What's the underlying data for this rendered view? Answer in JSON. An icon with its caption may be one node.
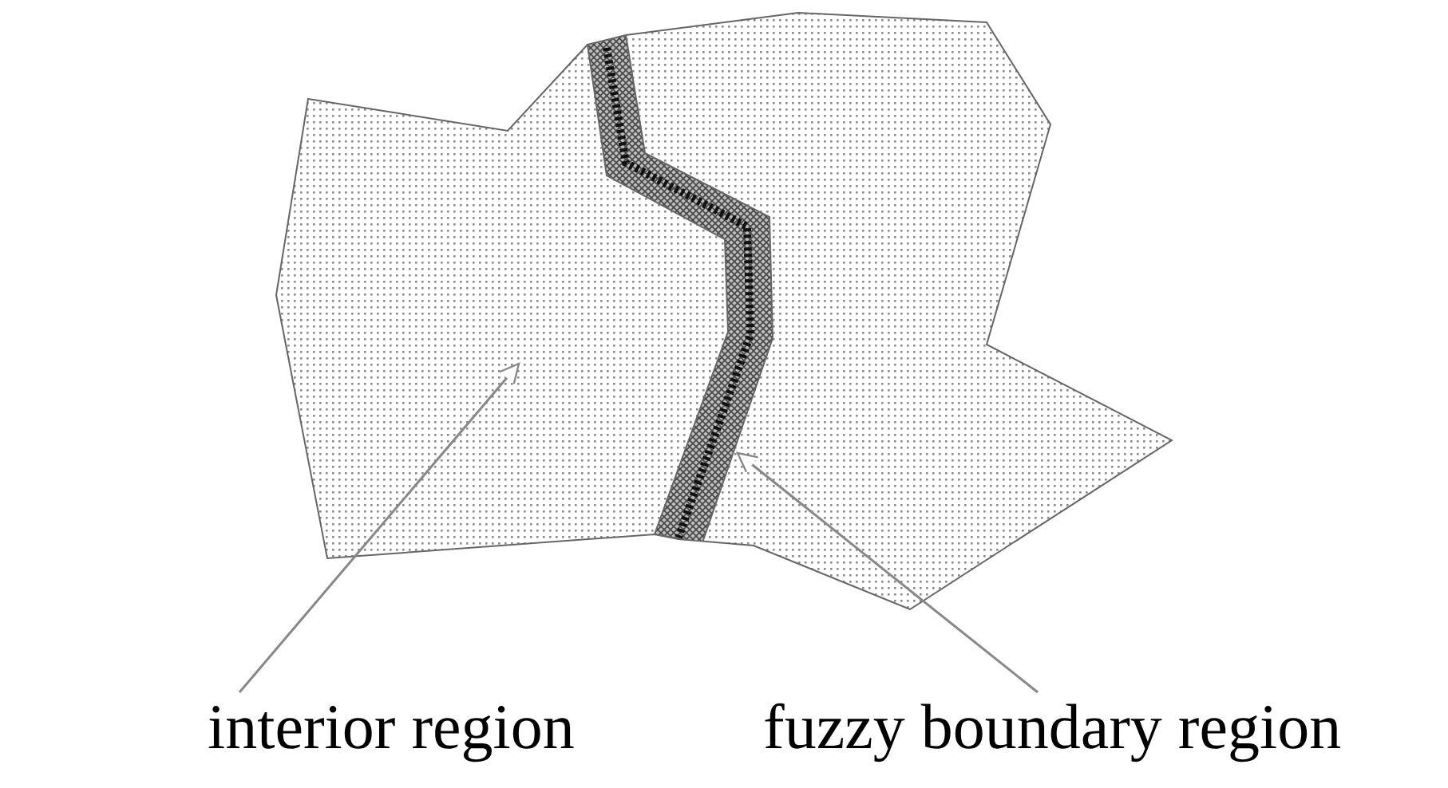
{
  "diagram": {
    "nodes": [
      {
        "text": [
          "interior region"
        ]
      },
      {
        "text": [
          "fuzzy boundary region"
        ]
      },
      {
        "text": [],
        "shape": "polygon"
      },
      {
        "text": [],
        "shape": "band",
        "in": 2
      }
    ],
    "edges": [
      {
        "from": 0,
        "to": 2,
        "arrow": "to"
      },
      {
        "from": 1,
        "to": 3,
        "arrow": "to"
      }
    ]
  }
}
